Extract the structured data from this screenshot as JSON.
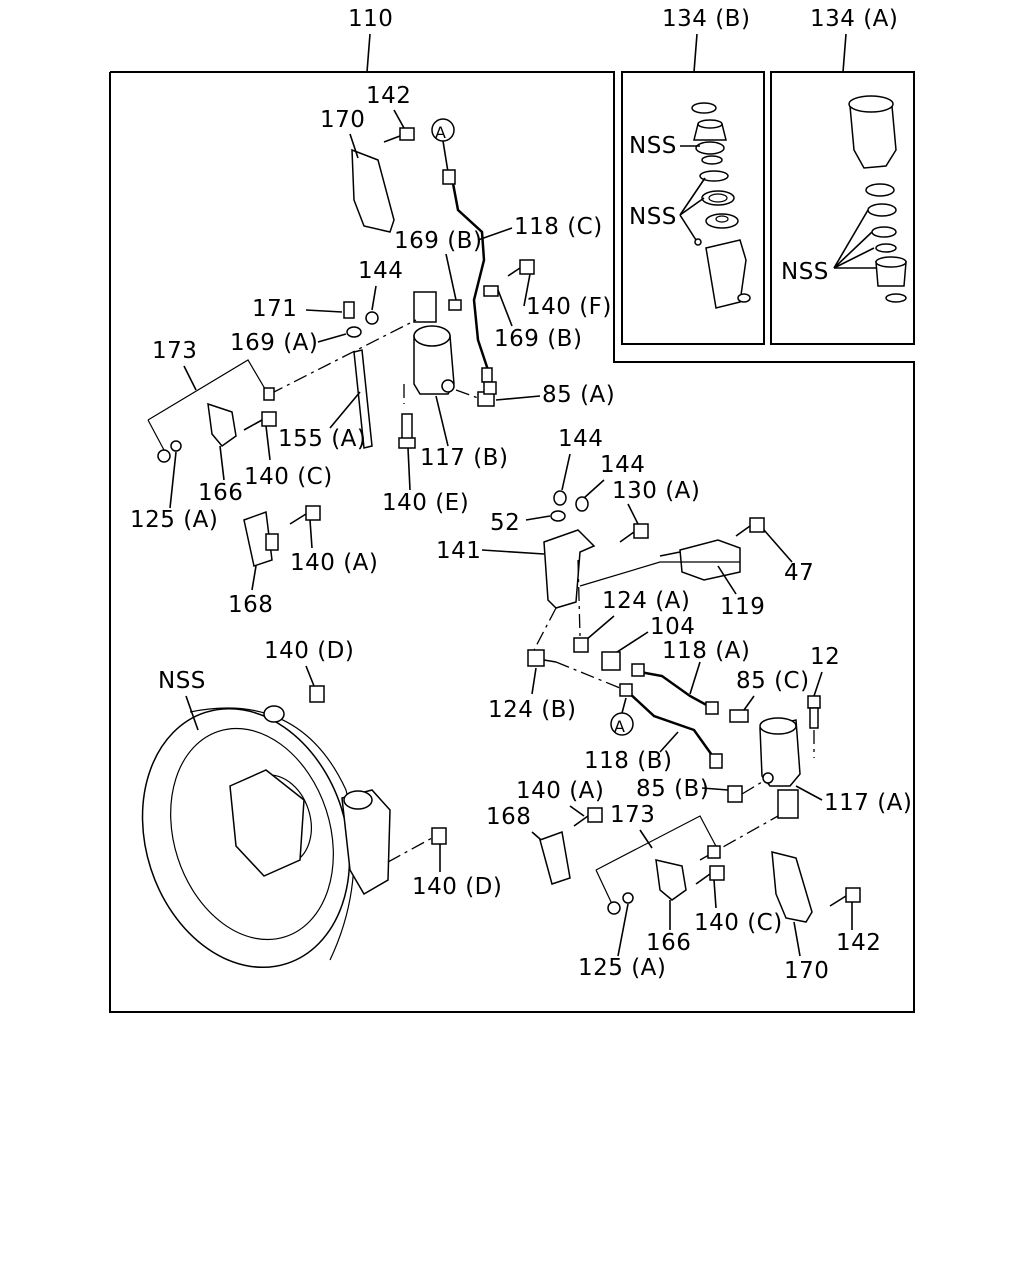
{
  "boxes": {
    "main": "110",
    "kit_b": "134 (B)",
    "kit_a": "134 (A)"
  },
  "callouts": {
    "p142_top": "142",
    "p170_top": "170",
    "ref_a_top": "A",
    "p118c": "118 (C)",
    "p169b_1": "169 (B)",
    "p144_top": "144",
    "p140f": "140 (F)",
    "p171": "171",
    "p169b_2": "169 (B)",
    "p169a": "169 (A)",
    "p173_top": "173",
    "p85a": "85 (A)",
    "p155a": "155 (A)",
    "p117b": "117 (B)",
    "p140c_top": "140 (C)",
    "p166_top": "166",
    "p140e": "140 (E)",
    "p125a_top": "125 (A)",
    "p140a_top": "140 (A)",
    "p168_top": "168",
    "p144_mid1": "144",
    "p144_mid2": "144",
    "p130a": "130 (A)",
    "p52": "52",
    "p141": "141",
    "p47": "47",
    "p119": "119",
    "p124a": "124 (A)",
    "p104": "104",
    "p118a": "118 (A)",
    "p12": "12",
    "p140d_top": "140 (D)",
    "nss_housing": "NSS",
    "p85c": "85 (C)",
    "p124b": "124 (B)",
    "ref_a_mid": "A",
    "p118b": "118 (B)",
    "p85b": "85 (B)",
    "p117a": "117 (A)",
    "p140a_bot": "140 (A)",
    "p173_bot": "173",
    "p168_bot": "168",
    "p140d_bot": "140 (D)",
    "p140c_bot": "140 (C)",
    "p166_bot": "166",
    "p142_bot": "142",
    "p125a_bot": "125 (A)",
    "p170_bot": "170",
    "nss_b1": "NSS",
    "nss_b2": "NSS",
    "nss_a": "NSS"
  }
}
